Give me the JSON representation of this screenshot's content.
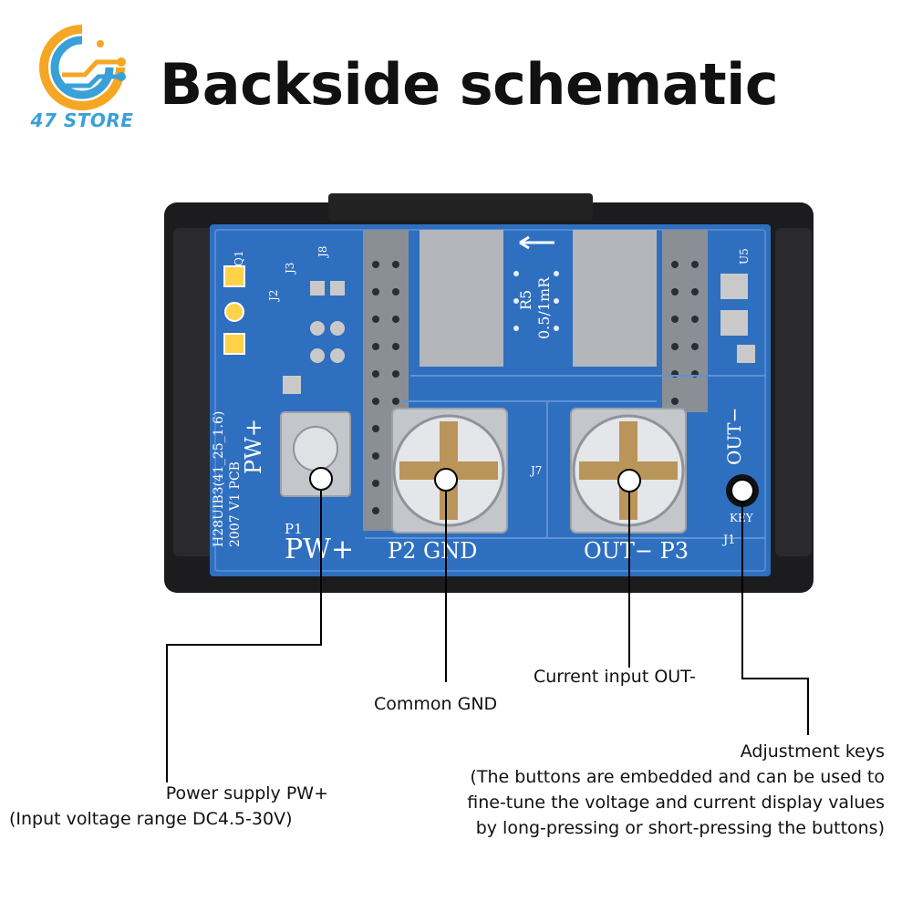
{
  "brand": {
    "logo_text": "47 STORE",
    "accent": "#f5a623",
    "accent2": "#3aa0d8"
  },
  "title": "Backside schematic",
  "board": {
    "color": "#2f6fc0",
    "silkscreen": {
      "pw_plus": "PW+",
      "p1": "P1",
      "p1_pw": "PW+",
      "p2_gnd": "P2 GND",
      "out_p3": "OUT− P3",
      "out_side": "OUT−",
      "key": "KEY",
      "r5": "R5",
      "r5_val": "0.5/1mR",
      "pcb_id": "H28UIB3(41_25_1.6)",
      "pcb_ver": "2007 V1 PCB",
      "q1": "Q1",
      "j2": "J2",
      "j3": "J3",
      "j8": "J8",
      "u5": "U5",
      "j7": "J7",
      "j1": "J1"
    }
  },
  "callouts": {
    "power": "Power supply PW+",
    "power_range": "(Input voltage range DC4.5-30V)",
    "gnd": "Common GND",
    "out": "Current input OUT-",
    "keys_title": "Adjustment keys",
    "keys_lines": [
      "(The buttons are embedded and can be used to",
      "fine-tune the voltage and current display values",
      "by long-pressing or short-pressing the buttons)"
    ]
  }
}
